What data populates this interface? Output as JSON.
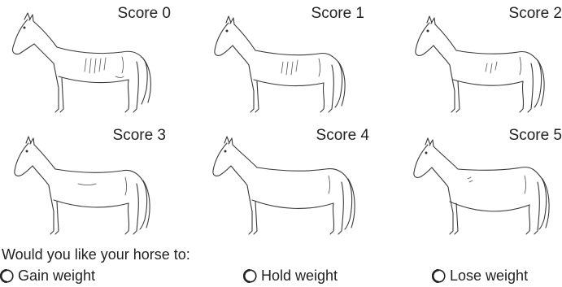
{
  "scores": [
    {
      "label": "Score 0"
    },
    {
      "label": "Score 1"
    },
    {
      "label": "Score 2"
    },
    {
      "label": "Score 3"
    },
    {
      "label": "Score 4"
    },
    {
      "label": "Score 5"
    }
  ],
  "form": {
    "question": "Would you like your horse to:",
    "options": [
      {
        "label": "Gain weight"
      },
      {
        "label": "Hold weight"
      },
      {
        "label": "Lose weight"
      }
    ]
  }
}
